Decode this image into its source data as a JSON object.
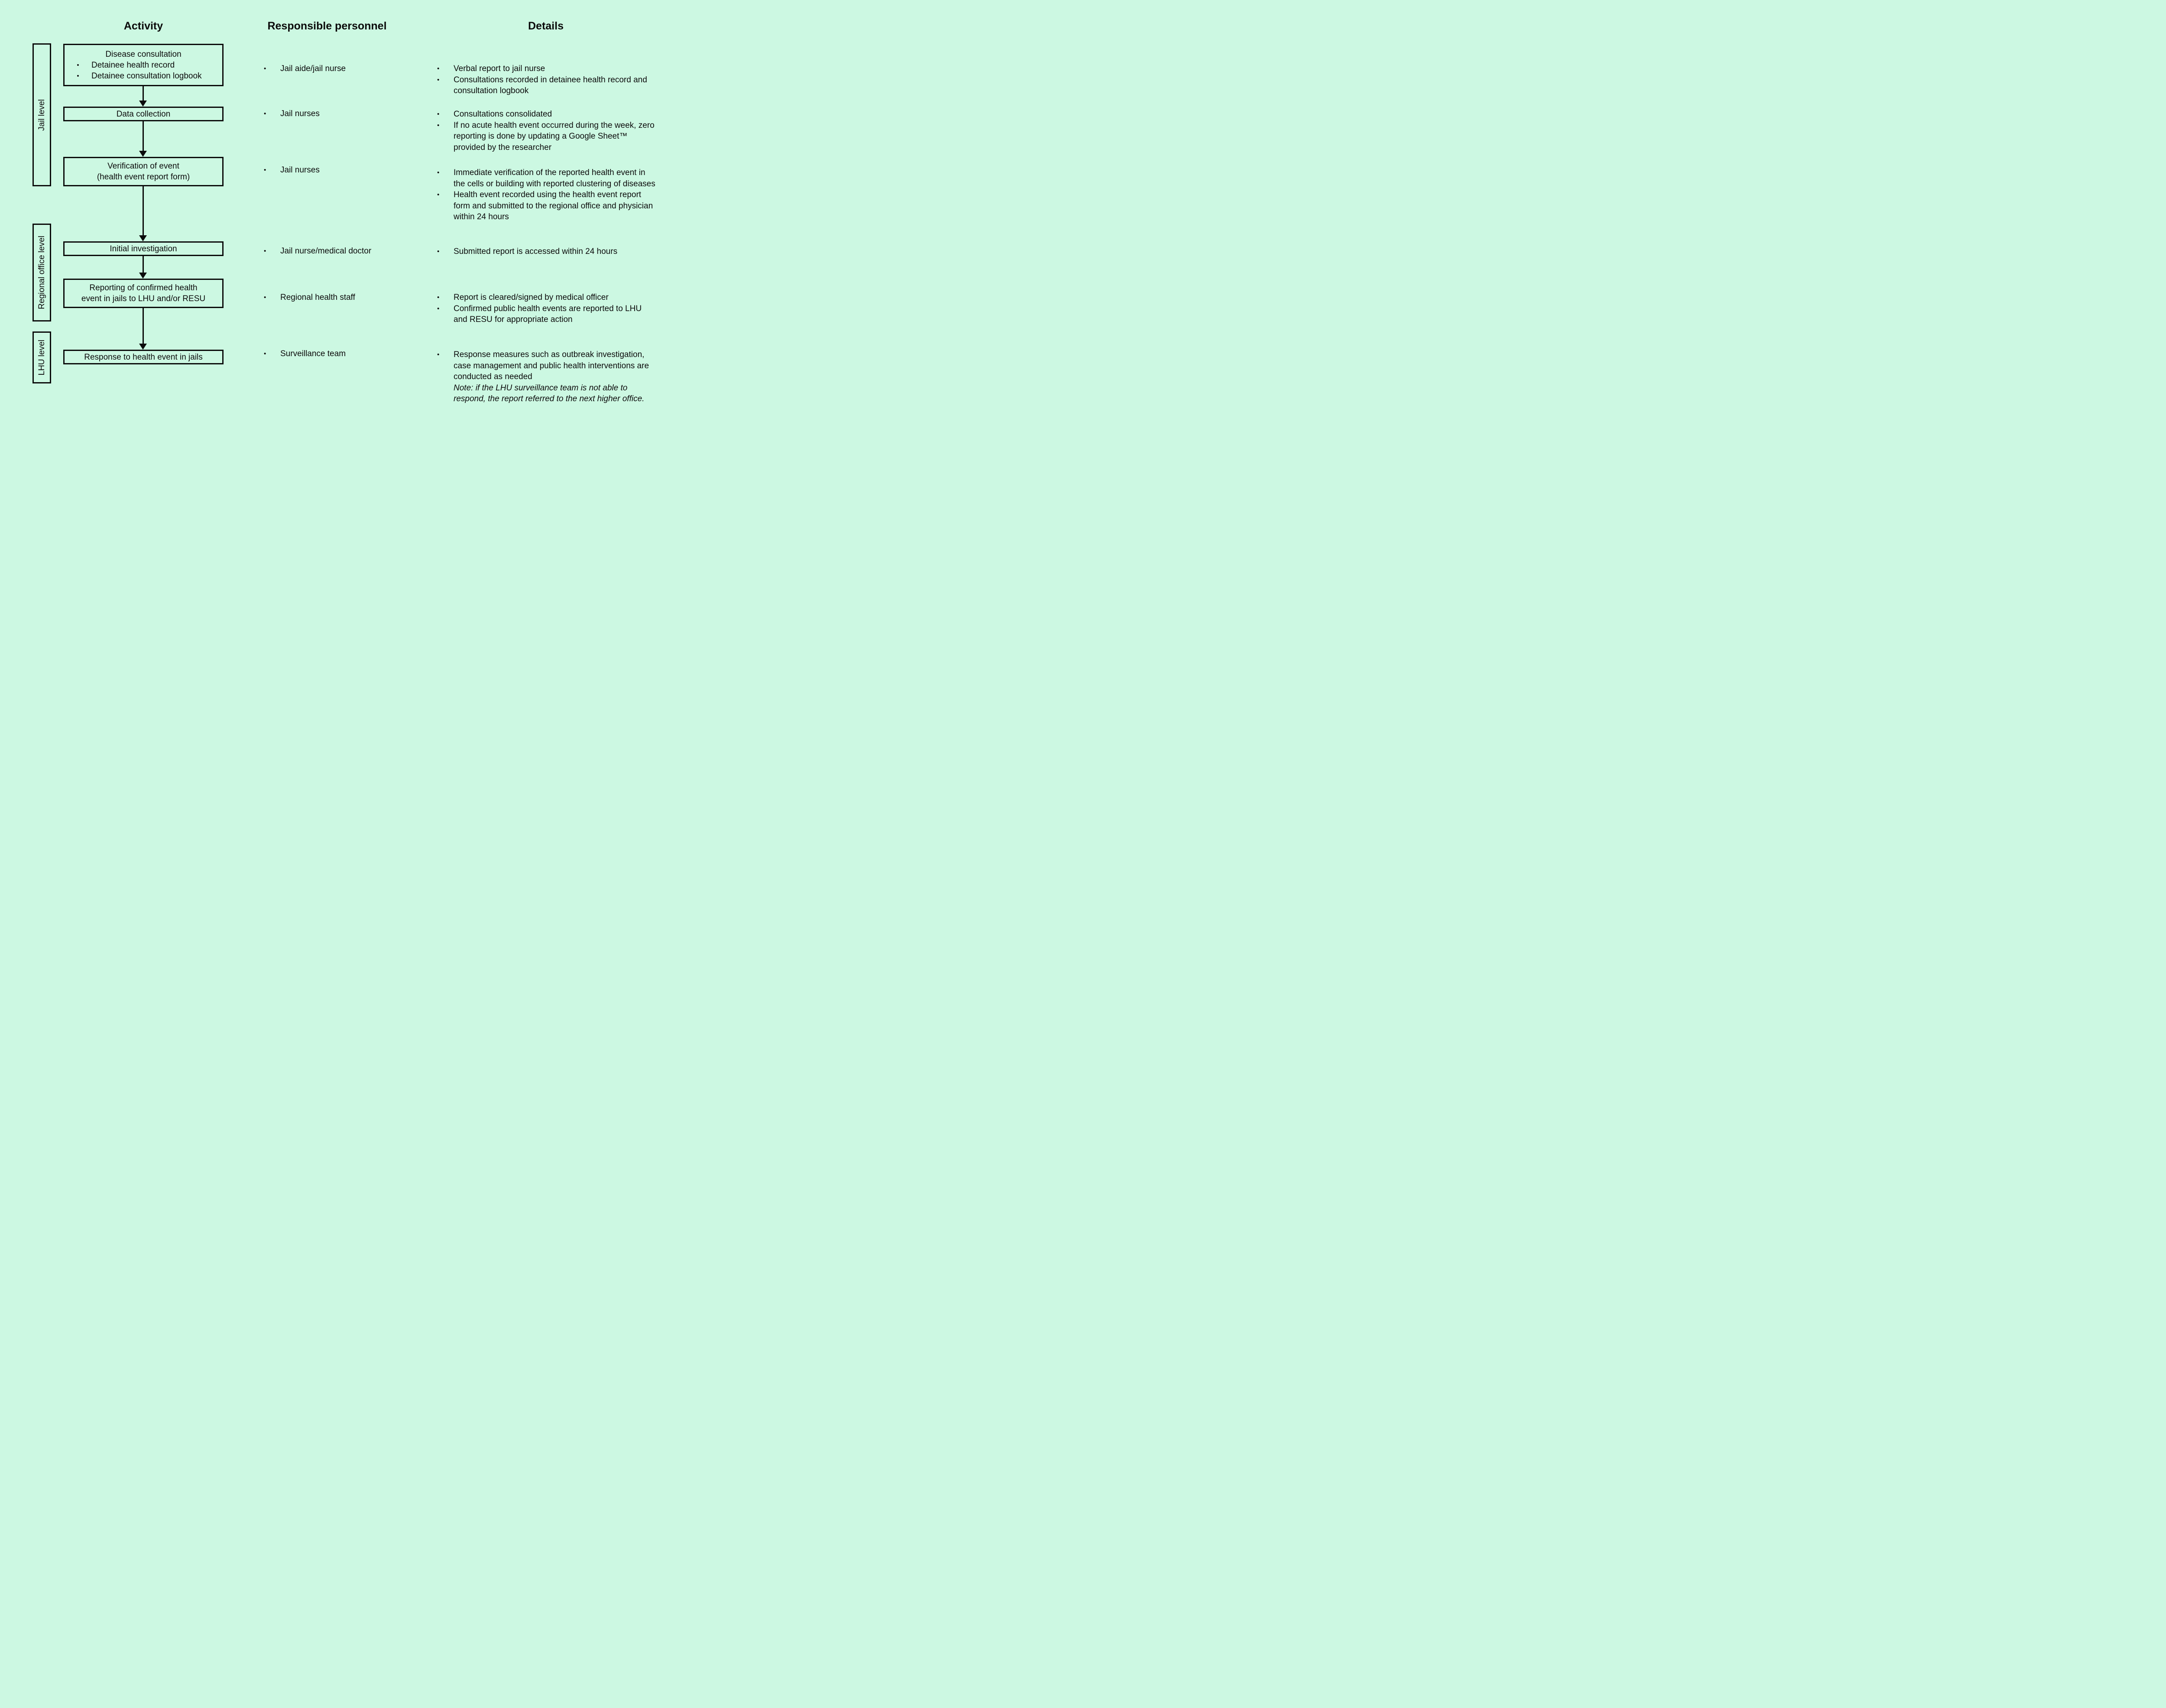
{
  "page": {
    "background_color": "#ccf8e2",
    "text_color": "#0b0b0b"
  },
  "glyphs": {
    "bullet": "•"
  },
  "headers": {
    "activity": "Activity",
    "personnel": "Responsible personnel",
    "details": "Details"
  },
  "levels": [
    {
      "label": "Jail level"
    },
    {
      "label": "Regional office level"
    },
    {
      "label": "LHU level"
    }
  ],
  "rows": [
    {
      "activity": {
        "lines": [
          "Disease consultation"
        ],
        "bullets": [
          "Detainee health record",
          "Detainee consultation logbook"
        ]
      },
      "personnel": [
        "Jail aide/jail nurse"
      ],
      "details": [
        {
          "text": "Verbal report to jail nurse"
        },
        {
          "text": "Consultations recorded in detainee health record and consultation logbook"
        }
      ]
    },
    {
      "activity": {
        "lines": [
          "Data collection"
        ]
      },
      "personnel": [
        "Jail nurses"
      ],
      "details": [
        {
          "text": "Consultations consolidated"
        },
        {
          "text": "If no acute health event occurred during the week, zero reporting is done by updating a Google Sheet™ provided by the researcher"
        }
      ]
    },
    {
      "activity": {
        "lines": [
          "Verification of event",
          "(health event report form)"
        ]
      },
      "personnel": [
        "Jail nurses"
      ],
      "details": [
        {
          "text": "Immediate verification of the reported health event in the cells or building with reported clustering of diseases"
        },
        {
          "text": "Health event recorded using the health event report form and submitted to the regional office and physician within 24 hours"
        }
      ]
    },
    {
      "activity": {
        "lines": [
          "Initial investigation"
        ]
      },
      "personnel": [
        "Jail nurse/medical doctor"
      ],
      "details": [
        {
          "text": "Submitted report is accessed within 24 hours"
        }
      ]
    },
    {
      "activity": {
        "lines": [
          "Reporting of confirmed health",
          "event in jails to LHU and/or RESU"
        ]
      },
      "personnel": [
        "Regional health staff"
      ],
      "details": [
        {
          "text": "Report is cleared/signed by medical officer"
        },
        {
          "text": "Confirmed public health events are reported to LHU and RESU for appropriate action"
        }
      ]
    },
    {
      "activity": {
        "lines": [
          "Response to health event in jails"
        ]
      },
      "personnel": [
        "Surveillance team"
      ],
      "details": [
        {
          "text": "Response measures such as outbreak investigation, case management and public health interventions are conducted as needed",
          "note": "Note: if the LHU surveillance team is not able to respond, the report referred to the next higher office."
        }
      ]
    }
  ]
}
